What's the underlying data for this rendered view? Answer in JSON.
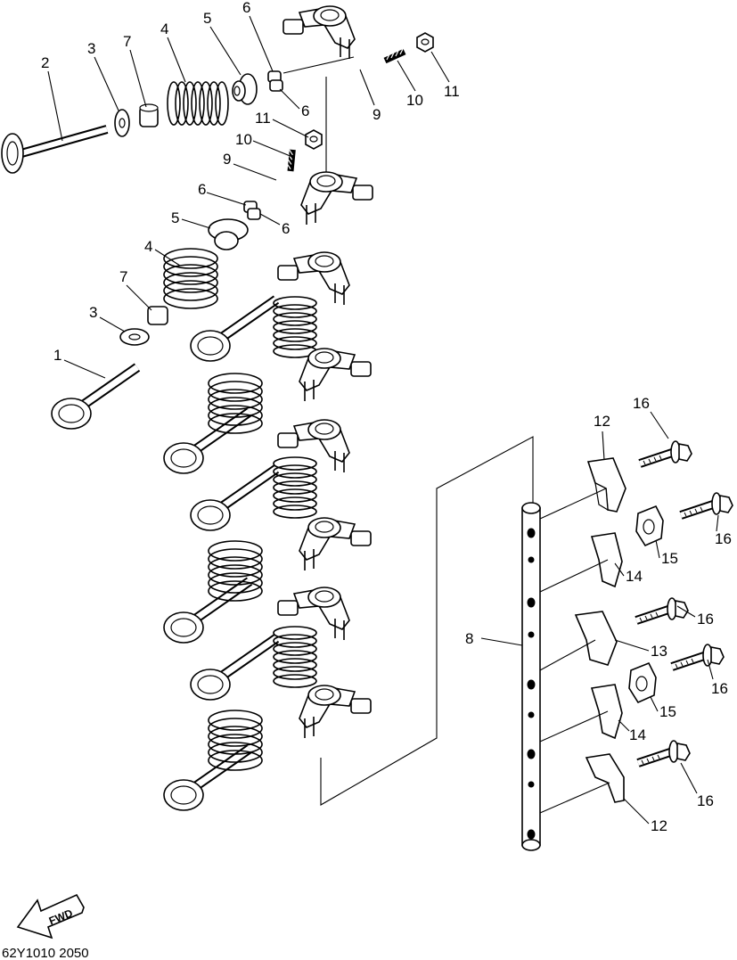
{
  "diagram_code": "62Y1010 2050",
  "direction_badge": "FWD",
  "callouts": [
    "1",
    "2",
    "3",
    "4",
    "5",
    "6",
    "7",
    "8",
    "9",
    "10",
    "11",
    "12",
    "13",
    "14",
    "15",
    "16"
  ]
}
